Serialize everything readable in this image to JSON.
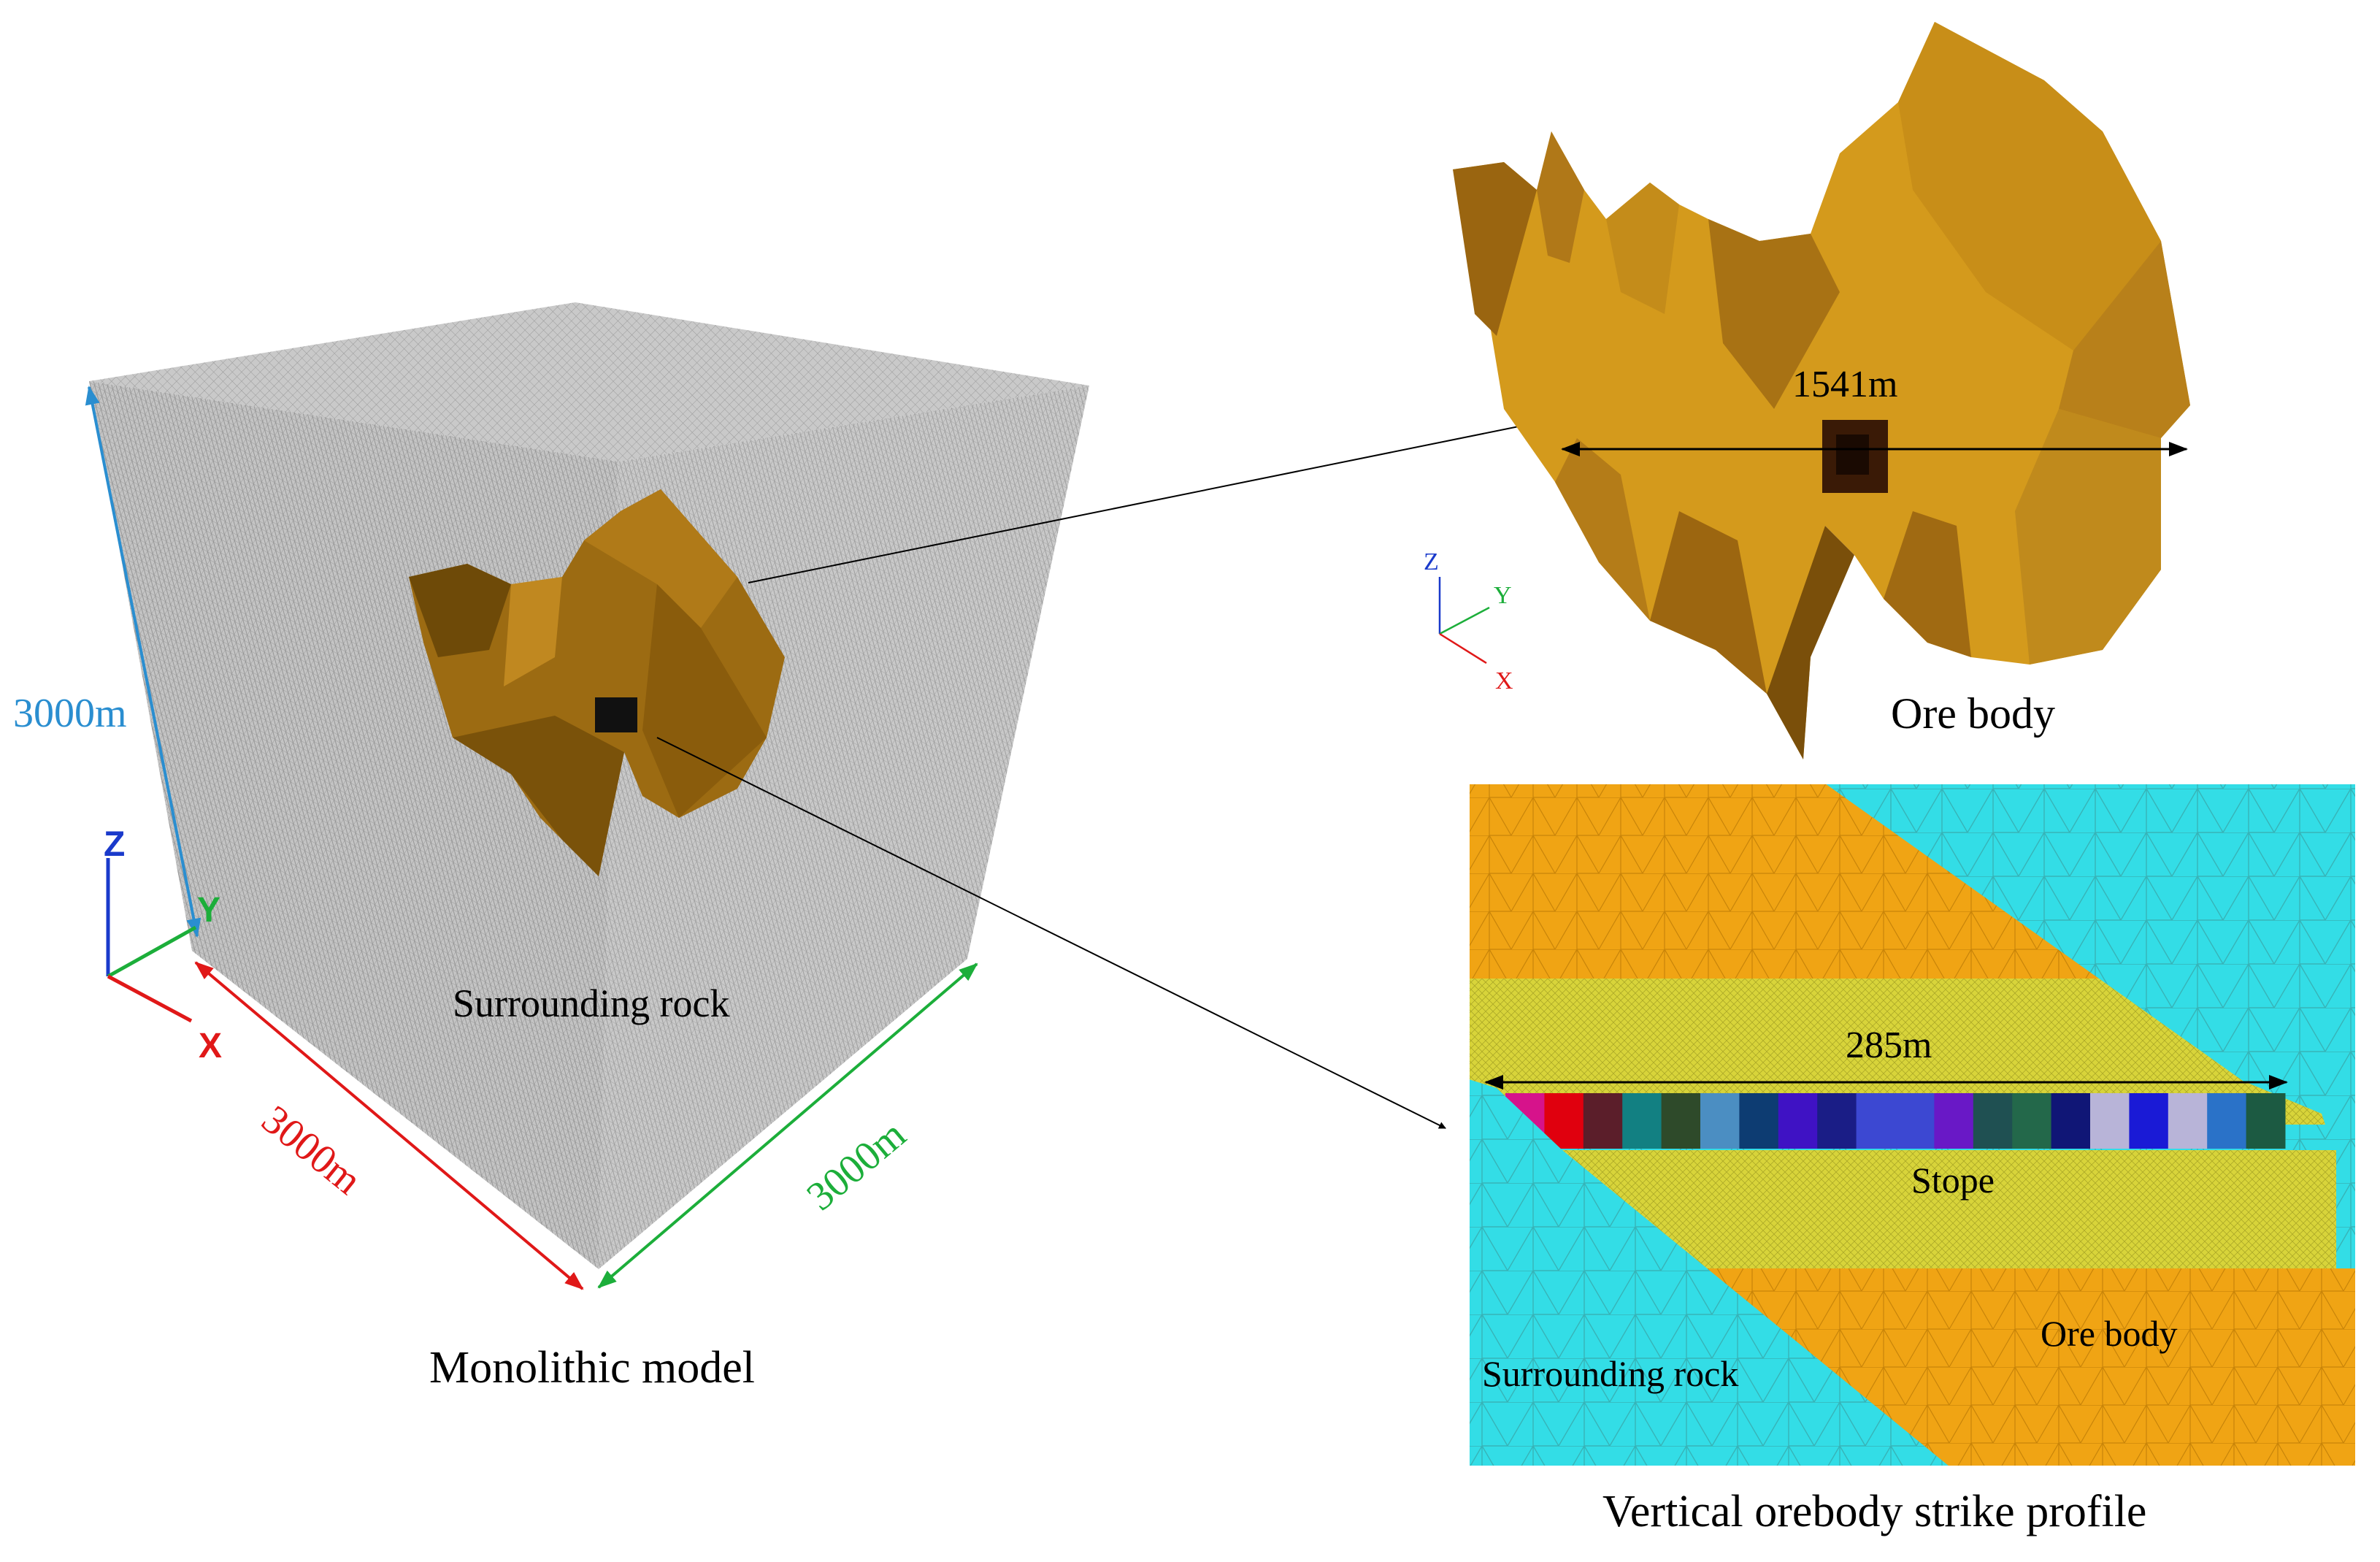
{
  "monolithic_model": {
    "caption": "Monolithic model",
    "material_label": "Surrounding rock",
    "dim_vertical": "3000m",
    "dim_x": "3000m",
    "dim_y": "3000m",
    "axes": {
      "z": "Z",
      "y": "Y",
      "x": "X"
    }
  },
  "ore_body_view": {
    "caption": "Ore body",
    "span_label": "1541m",
    "axes": {
      "z": "Z",
      "y": "Y",
      "x": "X"
    }
  },
  "strike_profile": {
    "caption": "Vertical orebody strike profile",
    "span_label": "285m",
    "stope_label": "Stope",
    "ore_body_label": "Ore body",
    "surrounding_rock_label": "Surrounding rock",
    "stope_block_colors": [
      "#d6138b",
      "#e0000e",
      "#5b1e2a",
      "#128082",
      "#2e4a2a",
      "#4b8ec2",
      "#0d3c72",
      "#3f12c4",
      "#1a1d86",
      "#3c48d2",
      "#3c48d2",
      "#6918c6",
      "#1f5052",
      "#23684a",
      "#101676",
      "#b8b4d8",
      "#1a1ad6",
      "#b8b4d8",
      "#2a72c8",
      "#1c5a42"
    ]
  },
  "colors": {
    "mesh_gray": "#c7c7c7",
    "ore_brown": "#9c6b12",
    "ore_gold": "#d49a1c",
    "profile_orange": "#f0a414",
    "profile_yellow": "#d8d43a",
    "profile_cyan": "#33dde6",
    "red": "#e01818",
    "green": "#1cae3a",
    "blue": "#1a3acb",
    "light_blue": "#2a8ed0"
  }
}
